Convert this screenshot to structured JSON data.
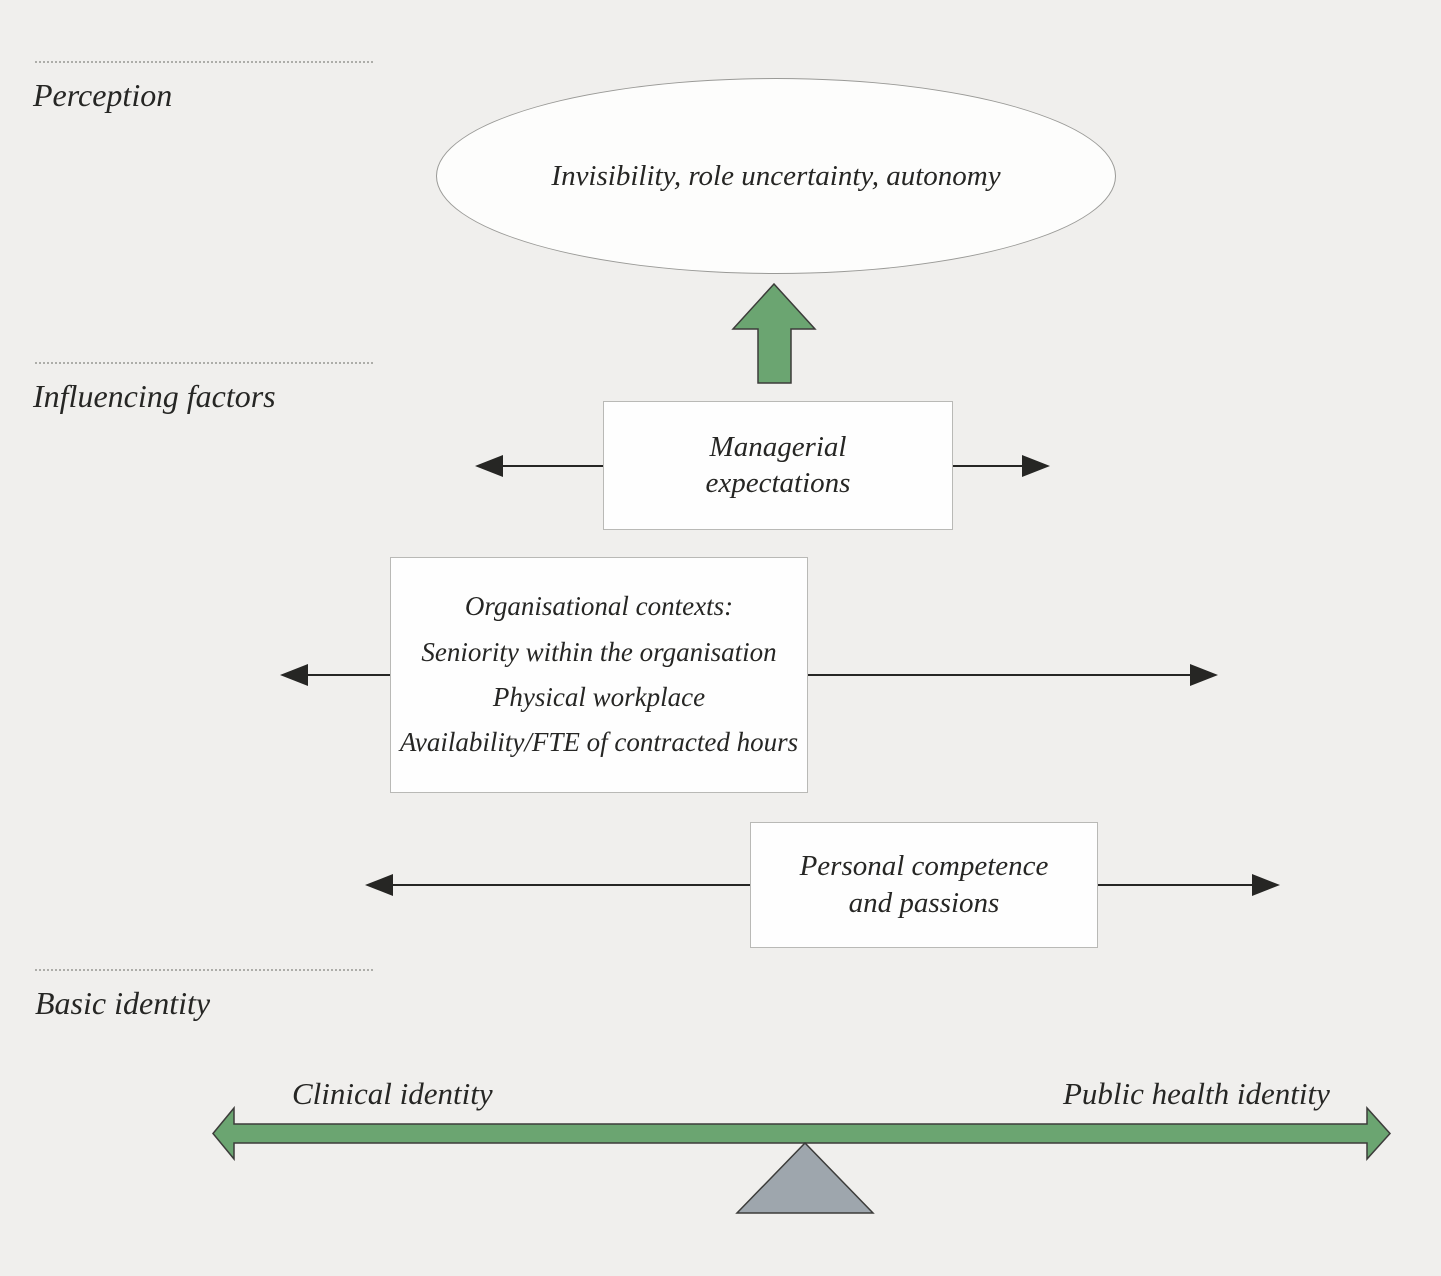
{
  "figure": {
    "description": "Seesaw diagram of identity balance between clinical and public health identities"
  },
  "colors": {
    "background": "#f0efed",
    "green_fill": "#6ba571",
    "green_stroke": "#3c3c3a",
    "triangle_fill": "#9ea6ad",
    "black_arrow": "#262624",
    "box_fill": "#fefefe",
    "box_border": "#b9b9b6",
    "text": "#262624"
  },
  "sections": {
    "perception": {
      "label": "Perception"
    },
    "influencing_factors": {
      "label": "Influencing factors"
    },
    "basic_identity": {
      "label": "Basic identity"
    }
  },
  "perception": {
    "bubble_text": "Invisibility, role uncertainty, autonomy"
  },
  "influencing_factors": {
    "boxes": [
      {
        "name": "managerial-expectations",
        "lines": [
          "Managerial",
          "expectations"
        ]
      },
      {
        "name": "organisational-contexts",
        "lines": [
          "Organisational contexts:",
          "Seniority within the organisation",
          "Physical workplace",
          "Availability/FTE of contracted hours"
        ]
      },
      {
        "name": "personal-competence",
        "lines": [
          "Personal competence",
          "and passions"
        ]
      }
    ]
  },
  "basic_identity": {
    "left_label": "Clinical identity",
    "right_label": "Public health identity"
  }
}
